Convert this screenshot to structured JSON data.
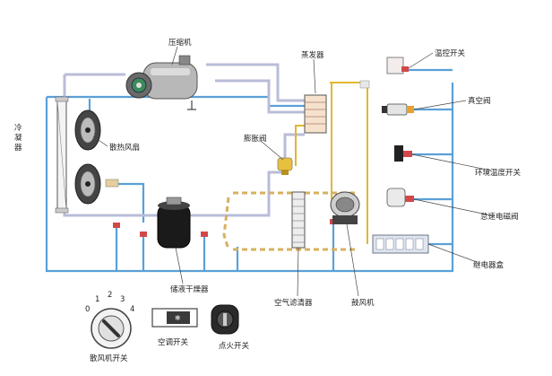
{
  "labels": {
    "compressor": "压缩机",
    "evaporator": "蒸发器",
    "temp_switch": "温控开关",
    "vacuum_valve": "真空阀",
    "condenser": "冷凝器",
    "cooling_fan": "散热风扇",
    "expansion_valve": "膨胀阀",
    "ambient_temp_switch": "环境温度开关",
    "solenoid_valve": "怠速电磁阀",
    "relay_box": "继电器盒",
    "receiver_drier": "储液干燥器",
    "air_filter": "空气滤清器",
    "blower": "鼓风机",
    "blower_switch": "散风机开关",
    "ac_switch": "空调开关",
    "ignition_switch": "点火开关"
  },
  "knob_positions": [
    "0",
    "1",
    "2",
    "3",
    "4"
  ],
  "colors": {
    "wire": "#5aa0d8",
    "pipe": "#b9bcd8",
    "yellow_wire": "#e0b830",
    "callout": "#444444"
  }
}
